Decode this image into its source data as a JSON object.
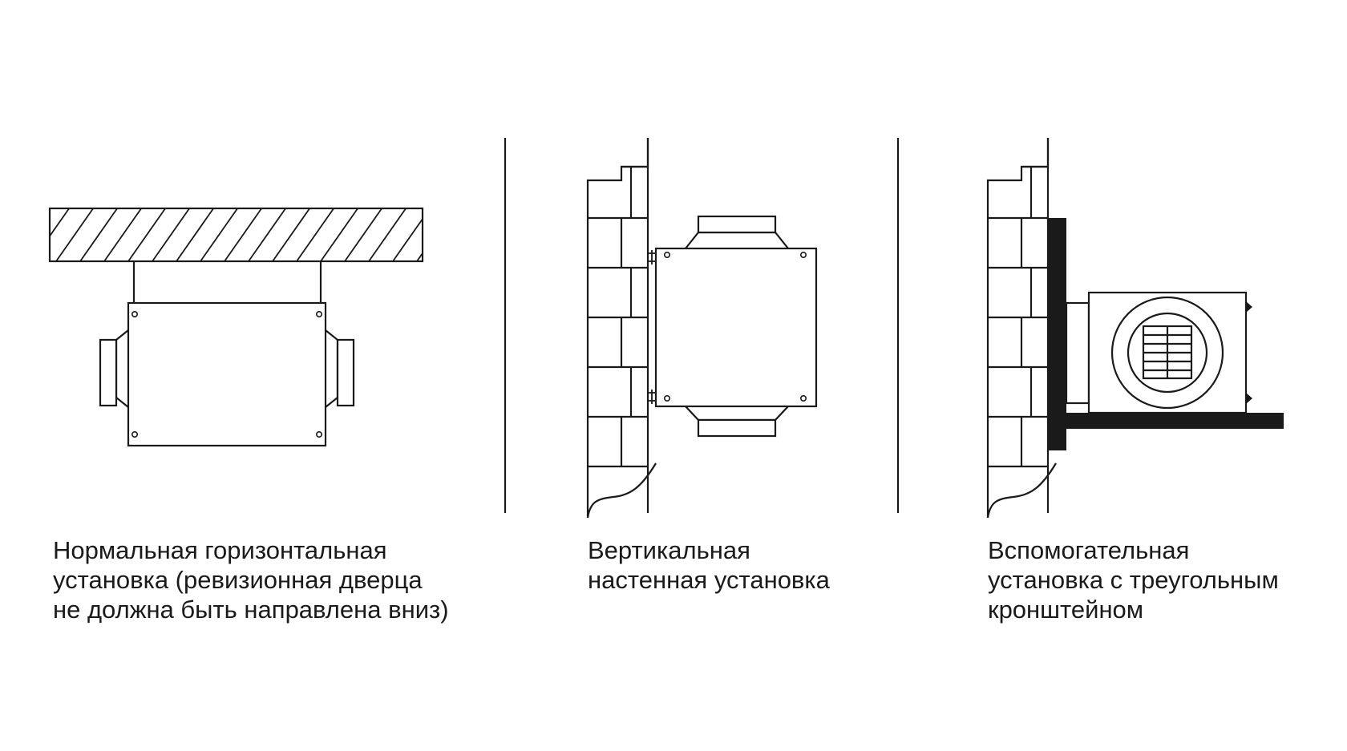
{
  "panels": [
    {
      "id": "horizontal",
      "caption_lines": [
        "Нормальная горизонтальная",
        "установка (ревизионная дверца",
        "не должна быть направлена вниз)"
      ]
    },
    {
      "id": "vertical",
      "caption_lines": [
        "Вертикальная",
        "настенная установка"
      ]
    },
    {
      "id": "bracket",
      "caption_lines": [
        "Вспомогательная",
        "установка с треугольным",
        "кронштейном"
      ]
    }
  ],
  "colors": {
    "line": "#1a1a1a",
    "background": "#ffffff"
  }
}
